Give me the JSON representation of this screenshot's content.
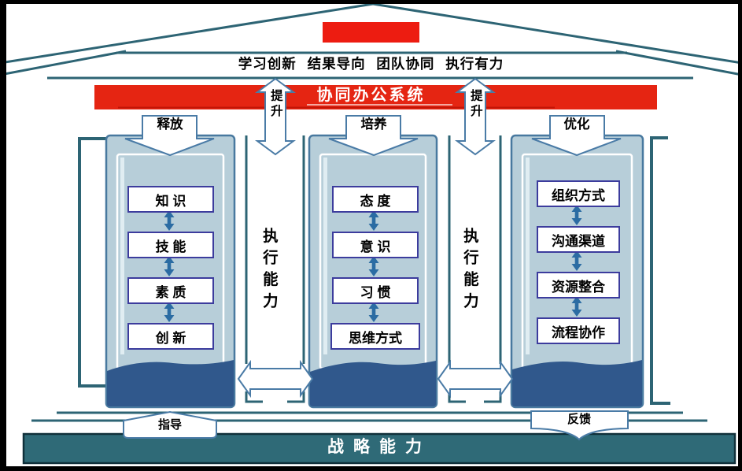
{
  "diagram": {
    "roof_values": "学习创新 结果导向 团队协同 执行有力",
    "system_banner": "协同办公系统",
    "pillars": [
      {
        "label": "释放",
        "items": [
          "知 识",
          "技 能",
          "素 质",
          "创 新"
        ]
      },
      {
        "label": "培养",
        "items": [
          "态 度",
          "意 识",
          "习 惯",
          "思维方式"
        ]
      },
      {
        "label": "优化",
        "items": [
          "组织方式",
          "沟通渠道",
          "资源整合",
          "流程协作"
        ]
      }
    ],
    "lift_label": "提升",
    "execution_label": "执行能力",
    "base": {
      "guide": "指导",
      "feedback": "反馈",
      "strategy": "战略能力"
    },
    "colors": {
      "red_banner": "#e52512",
      "roof_teal": "#2d6474",
      "pillar_fill": "#b7ced9",
      "pillar_border": "#48799f",
      "pillar_base_blue": "#30588c",
      "box_border": "#3c3c9d",
      "small_arrow_blue": "#2b6ca3",
      "white_arrow_outline": "#4a7ba6",
      "strategy_bar": "#2f6a77"
    }
  }
}
